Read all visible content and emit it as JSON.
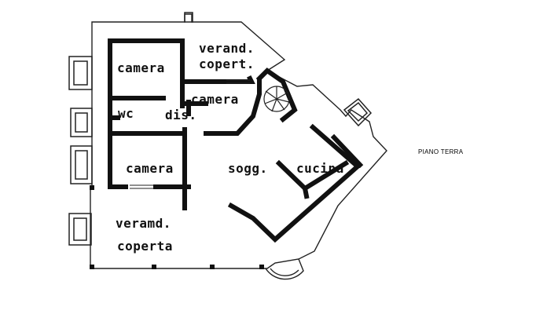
{
  "floor_label": "PIANO TERRA",
  "rooms": {
    "camera_1": "camera",
    "verand_copert_line1": "verand.",
    "verand_copert_line2": "copert.",
    "camera_2": "camera",
    "wc": "wc",
    "dis": "dis.",
    "camera_3": "camera",
    "sogg": "sogg.",
    "cucina": "cucina",
    "verand_coperta_line1": "veramd.",
    "verand_coperta_line2": "coperta"
  },
  "colors": {
    "wall": "#111111",
    "line": "#222222",
    "background": "#ffffff"
  }
}
